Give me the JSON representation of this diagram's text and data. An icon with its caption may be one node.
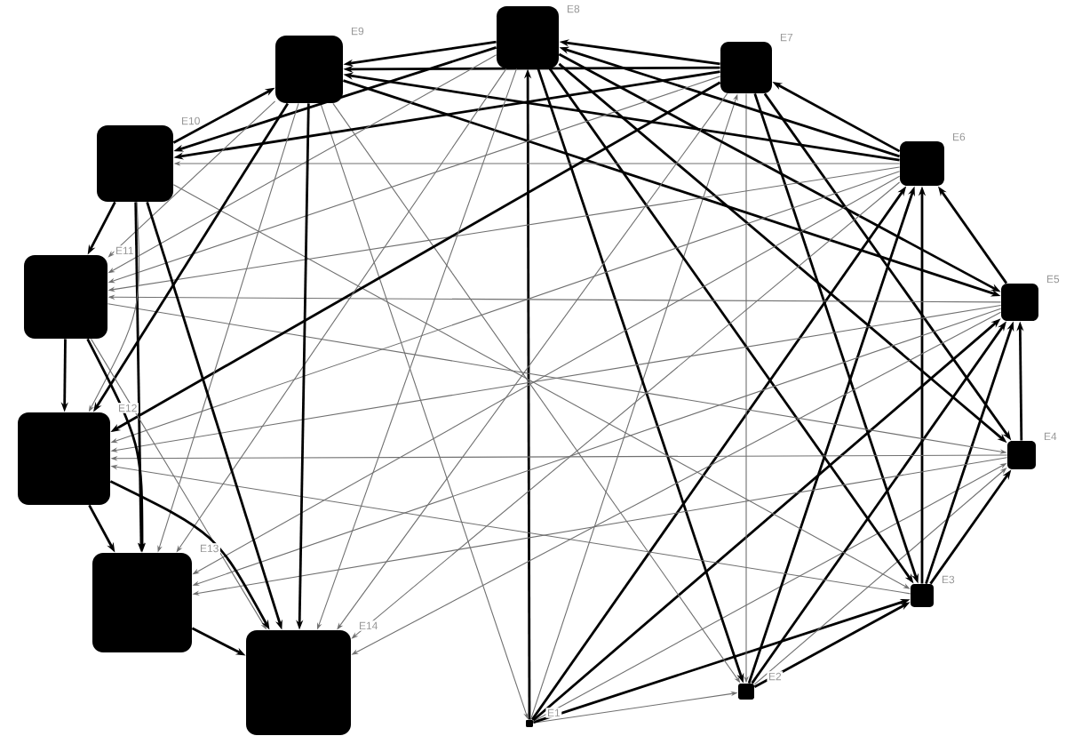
{
  "diagram": {
    "nodes": [
      {
        "text": [],
        "shape": "box",
        "beside": [
          "E1"
        ]
      },
      {
        "text": [],
        "shape": "box",
        "beside": [
          "E2"
        ]
      },
      {
        "text": [],
        "shape": "box",
        "beside": [
          "E3"
        ]
      },
      {
        "text": [],
        "shape": "box",
        "beside": [
          "E4"
        ]
      },
      {
        "text": [],
        "shape": "box",
        "beside": [
          "E5"
        ]
      },
      {
        "text": [],
        "shape": "box",
        "beside": [
          "E6"
        ]
      },
      {
        "text": [],
        "shape": "box",
        "beside": [
          "E7"
        ]
      },
      {
        "text": [],
        "shape": "box",
        "beside": [
          "E8"
        ]
      },
      {
        "text": [],
        "shape": "box",
        "beside": [
          "E9"
        ]
      },
      {
        "text": [],
        "shape": "box",
        "beside": [
          "E10"
        ]
      },
      {
        "text": [],
        "shape": "box",
        "beside": [
          "E11"
        ]
      },
      {
        "text": [],
        "shape": "box",
        "beside": [
          "E12"
        ]
      },
      {
        "text": [],
        "shape": "box",
        "beside": [
          "E13"
        ]
      },
      {
        "text": [],
        "shape": "box",
        "beside": [
          "E14"
        ]
      }
    ],
    "edges": [
      {
        "from": 0,
        "to": 1,
        "arrow": "to",
        "color": "#707070"
      },
      {
        "from": 0,
        "to": 2,
        "arrow": "to"
      },
      {
        "from": 0,
        "to": 3,
        "arrow": "to",
        "color": "#707070"
      },
      {
        "from": 0,
        "to": 4,
        "arrow": "to"
      },
      {
        "from": 0,
        "to": 5,
        "arrow": "to"
      },
      {
        "from": 0,
        "to": 6,
        "arrow": "to",
        "color": "#707070"
      },
      {
        "from": 0,
        "to": 7,
        "arrow": "to"
      },
      {
        "from": 8,
        "to": 0,
        "arrow": "to",
        "color": "#707070"
      },
      {
        "from": 1,
        "to": 2,
        "arrow": "to"
      },
      {
        "from": 1,
        "to": 3,
        "arrow": "to",
        "color": "#707070"
      },
      {
        "from": 1,
        "to": 4,
        "arrow": "to"
      },
      {
        "from": 1,
        "to": 5,
        "arrow": "to"
      },
      {
        "from": 6,
        "to": 1,
        "arrow": "to",
        "color": "#707070"
      },
      {
        "from": 7,
        "to": 1,
        "arrow": "to"
      },
      {
        "from": 8,
        "to": 1,
        "arrow": "to",
        "color": "#707070"
      },
      {
        "from": 2,
        "to": 3,
        "arrow": "to"
      },
      {
        "from": 2,
        "to": 4,
        "arrow": "to"
      },
      {
        "from": 2,
        "to": 5,
        "arrow": "to"
      },
      {
        "from": 6,
        "to": 2,
        "arrow": "to"
      },
      {
        "from": 7,
        "to": 2,
        "arrow": "to"
      },
      {
        "from": 9,
        "to": 2,
        "arrow": "to",
        "color": "#707070"
      },
      {
        "from": 3,
        "to": 4,
        "arrow": "to"
      },
      {
        "from": 7,
        "to": 3,
        "arrow": "to"
      },
      {
        "from": 6,
        "to": 3,
        "arrow": "to"
      },
      {
        "from": 10,
        "to": 3,
        "arrow": "to",
        "color": "#707070"
      },
      {
        "from": 4,
        "to": 5,
        "arrow": "to"
      },
      {
        "from": 8,
        "to": 4,
        "arrow": "to"
      },
      {
        "from": 7,
        "to": 4,
        "arrow": "to"
      },
      {
        "from": 5,
        "to": 6,
        "arrow": "to"
      },
      {
        "from": 5,
        "to": 7,
        "arrow": "to"
      },
      {
        "from": 5,
        "to": 8,
        "arrow": "to"
      },
      {
        "from": 5,
        "to": 9,
        "arrow": "to",
        "color": "#707070"
      },
      {
        "from": 5,
        "to": 10,
        "arrow": "to",
        "color": "#707070"
      },
      {
        "from": 5,
        "to": 11,
        "arrow": "to",
        "color": "#707070"
      },
      {
        "from": 5,
        "to": 12,
        "arrow": "to",
        "color": "#707070"
      },
      {
        "from": 5,
        "to": 13,
        "arrow": "to",
        "color": "#707070"
      },
      {
        "from": 4,
        "to": 10,
        "arrow": "to",
        "color": "#707070"
      },
      {
        "from": 4,
        "to": 11,
        "arrow": "to",
        "color": "#707070"
      },
      {
        "from": 4,
        "to": 12,
        "arrow": "to",
        "color": "#707070"
      },
      {
        "from": 4,
        "to": 13,
        "arrow": "to",
        "color": "#707070"
      },
      {
        "from": 3,
        "to": 11,
        "arrow": "to",
        "color": "#707070"
      },
      {
        "from": 3,
        "to": 12,
        "arrow": "to",
        "color": "#707070"
      },
      {
        "from": 2,
        "to": 11,
        "arrow": "to",
        "color": "#707070"
      },
      {
        "from": 6,
        "to": 7,
        "arrow": "to"
      },
      {
        "from": 6,
        "to": 8,
        "arrow": "to"
      },
      {
        "from": 6,
        "to": 9,
        "arrow": "to"
      },
      {
        "from": 6,
        "to": 11,
        "arrow": "to"
      },
      {
        "from": 6,
        "to": 13,
        "arrow": "to",
        "color": "#707070"
      },
      {
        "from": 6,
        "to": 10,
        "arrow": "to",
        "color": "#707070"
      },
      {
        "from": 7,
        "to": 8,
        "arrow": "to"
      },
      {
        "from": 7,
        "to": 9,
        "arrow": "to"
      },
      {
        "from": 7,
        "to": 13,
        "arrow": "to",
        "color": "#707070"
      },
      {
        "from": 7,
        "to": 12,
        "arrow": "to",
        "color": "#707070"
      },
      {
        "from": 7,
        "to": 10,
        "arrow": "to",
        "color": "#707070"
      },
      {
        "from": 8,
        "to": 13,
        "arrow": "to"
      },
      {
        "from": 8,
        "to": 12,
        "arrow": "to",
        "color": "#707070"
      },
      {
        "from": 8,
        "to": 10,
        "arrow": "to",
        "color": "#707070"
      },
      {
        "from": 8,
        "to": 11,
        "arrow": "to"
      },
      {
        "from": 9,
        "to": 8,
        "arrow": "to"
      },
      {
        "from": 9,
        "to": 10,
        "arrow": "to"
      },
      {
        "from": 9,
        "to": 12,
        "arrow": "to"
      },
      {
        "from": 9,
        "to": 13,
        "arrow": "to"
      },
      {
        "from": 9,
        "to": 11,
        "arrow": "to",
        "color": "#707070"
      },
      {
        "from": 10,
        "to": 11,
        "arrow": "to"
      },
      {
        "from": 10,
        "to": 12,
        "arrow": "to"
      },
      {
        "from": 10,
        "to": 13,
        "arrow": "to",
        "color": "#707070"
      },
      {
        "from": 11,
        "to": 12,
        "arrow": "to"
      },
      {
        "from": 11,
        "to": 13,
        "arrow": "to"
      },
      {
        "from": 12,
        "to": 13,
        "arrow": "to"
      }
    ]
  }
}
